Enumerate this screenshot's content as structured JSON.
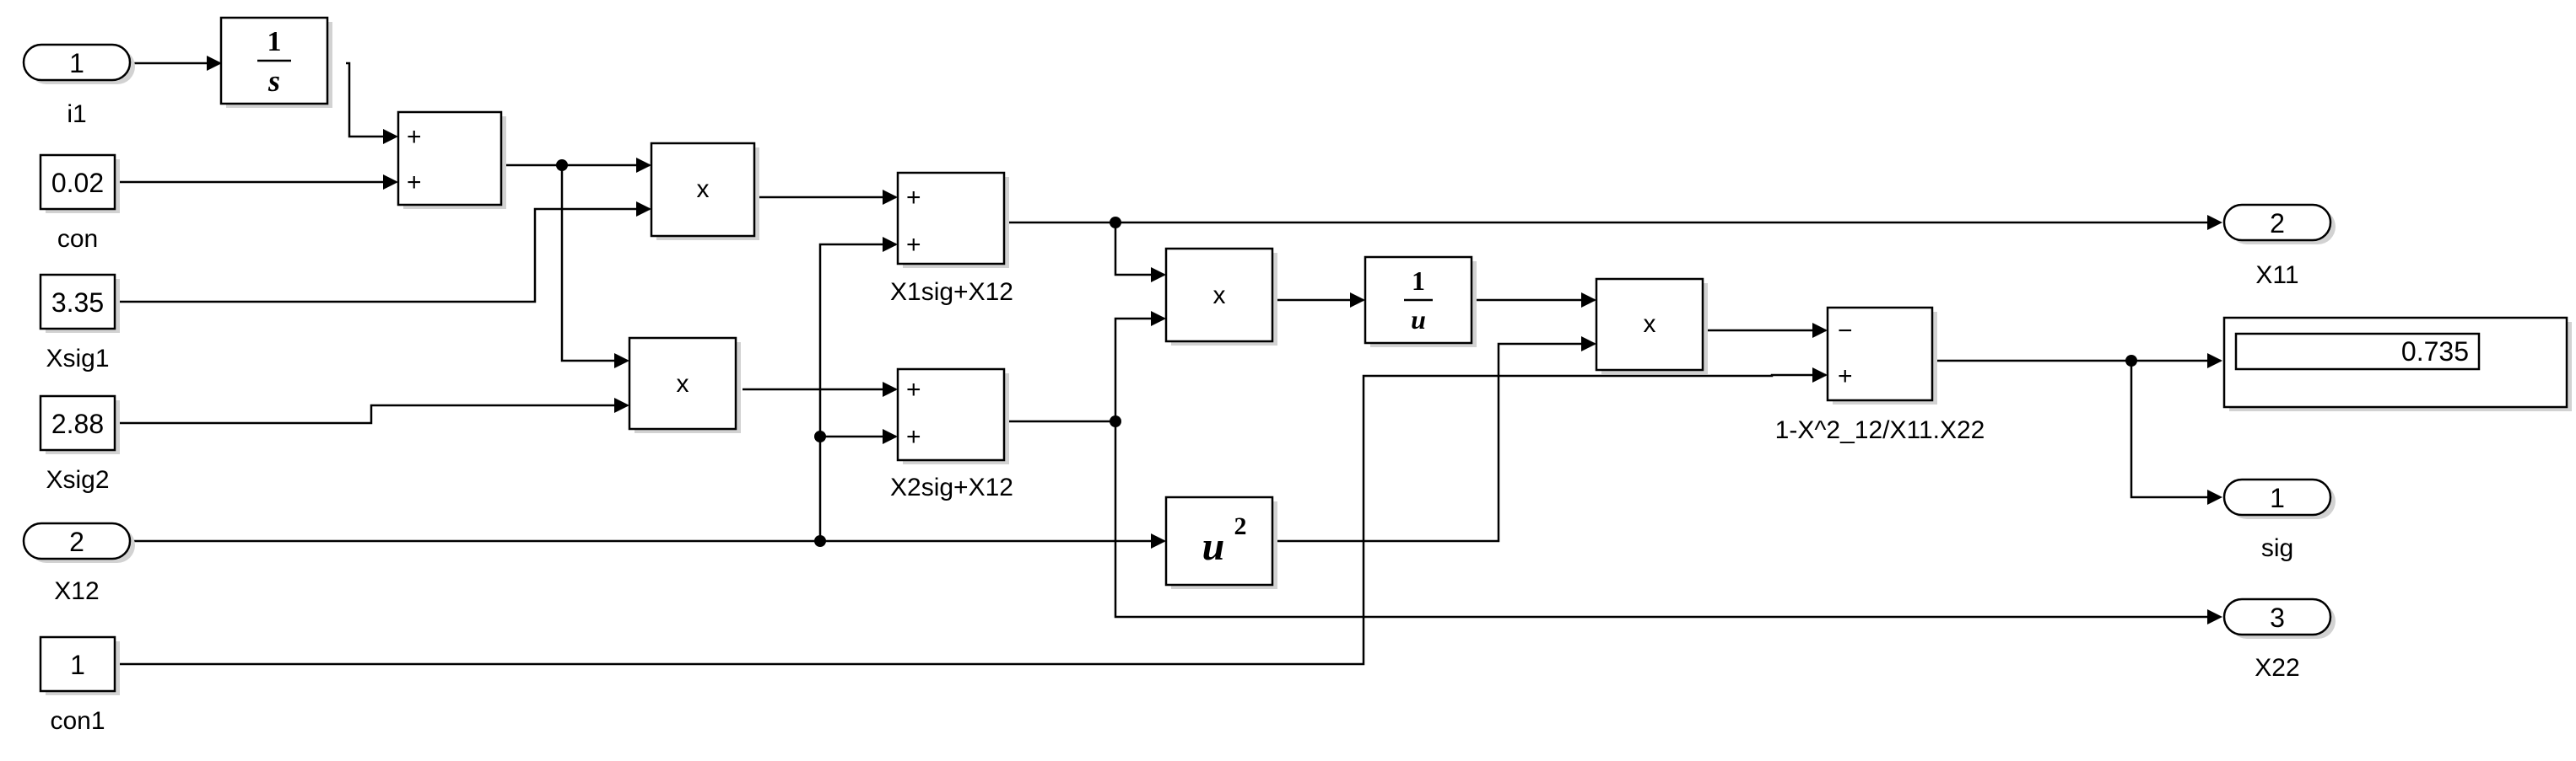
{
  "inports": {
    "i1": {
      "number": "1",
      "label": "i1"
    },
    "X12": {
      "number": "2",
      "label": "X12"
    }
  },
  "constants": {
    "con": {
      "value": "0.02",
      "label": "con"
    },
    "Xsig1": {
      "value": "3.35",
      "label": "Xsig1"
    },
    "Xsig2": {
      "value": "2.88",
      "label": "Xsig2"
    },
    "con1": {
      "value": "1",
      "label": "con1"
    }
  },
  "blocks": {
    "integrator": {
      "numerator": "1",
      "denominator": "s"
    },
    "sum_top": {
      "sign1": "+",
      "sign2": "+"
    },
    "product1": {
      "symbol": "x"
    },
    "product2": {
      "symbol": "x"
    },
    "sum_x1sig": {
      "sign1": "+",
      "sign2": "+",
      "label": "X1sig+X12"
    },
    "sum_x2sig": {
      "sign1": "+",
      "sign2": "+",
      "label": "X2sig+X12"
    },
    "product3": {
      "symbol": "x"
    },
    "reciprocal": {
      "numerator": "1",
      "denominator": "u"
    },
    "square": {
      "base": "u",
      "exponent": "2"
    },
    "product4": {
      "symbol": "x"
    },
    "sum_final": {
      "sign1": "−",
      "sign2": "+",
      "label": "1-X^2_12/X11.X22"
    }
  },
  "display": {
    "value": "0.735"
  },
  "outports": {
    "X11": {
      "number": "2",
      "label": "X11"
    },
    "sig": {
      "number": "1",
      "label": "sig"
    },
    "X22": {
      "number": "3",
      "label": "X22"
    }
  }
}
